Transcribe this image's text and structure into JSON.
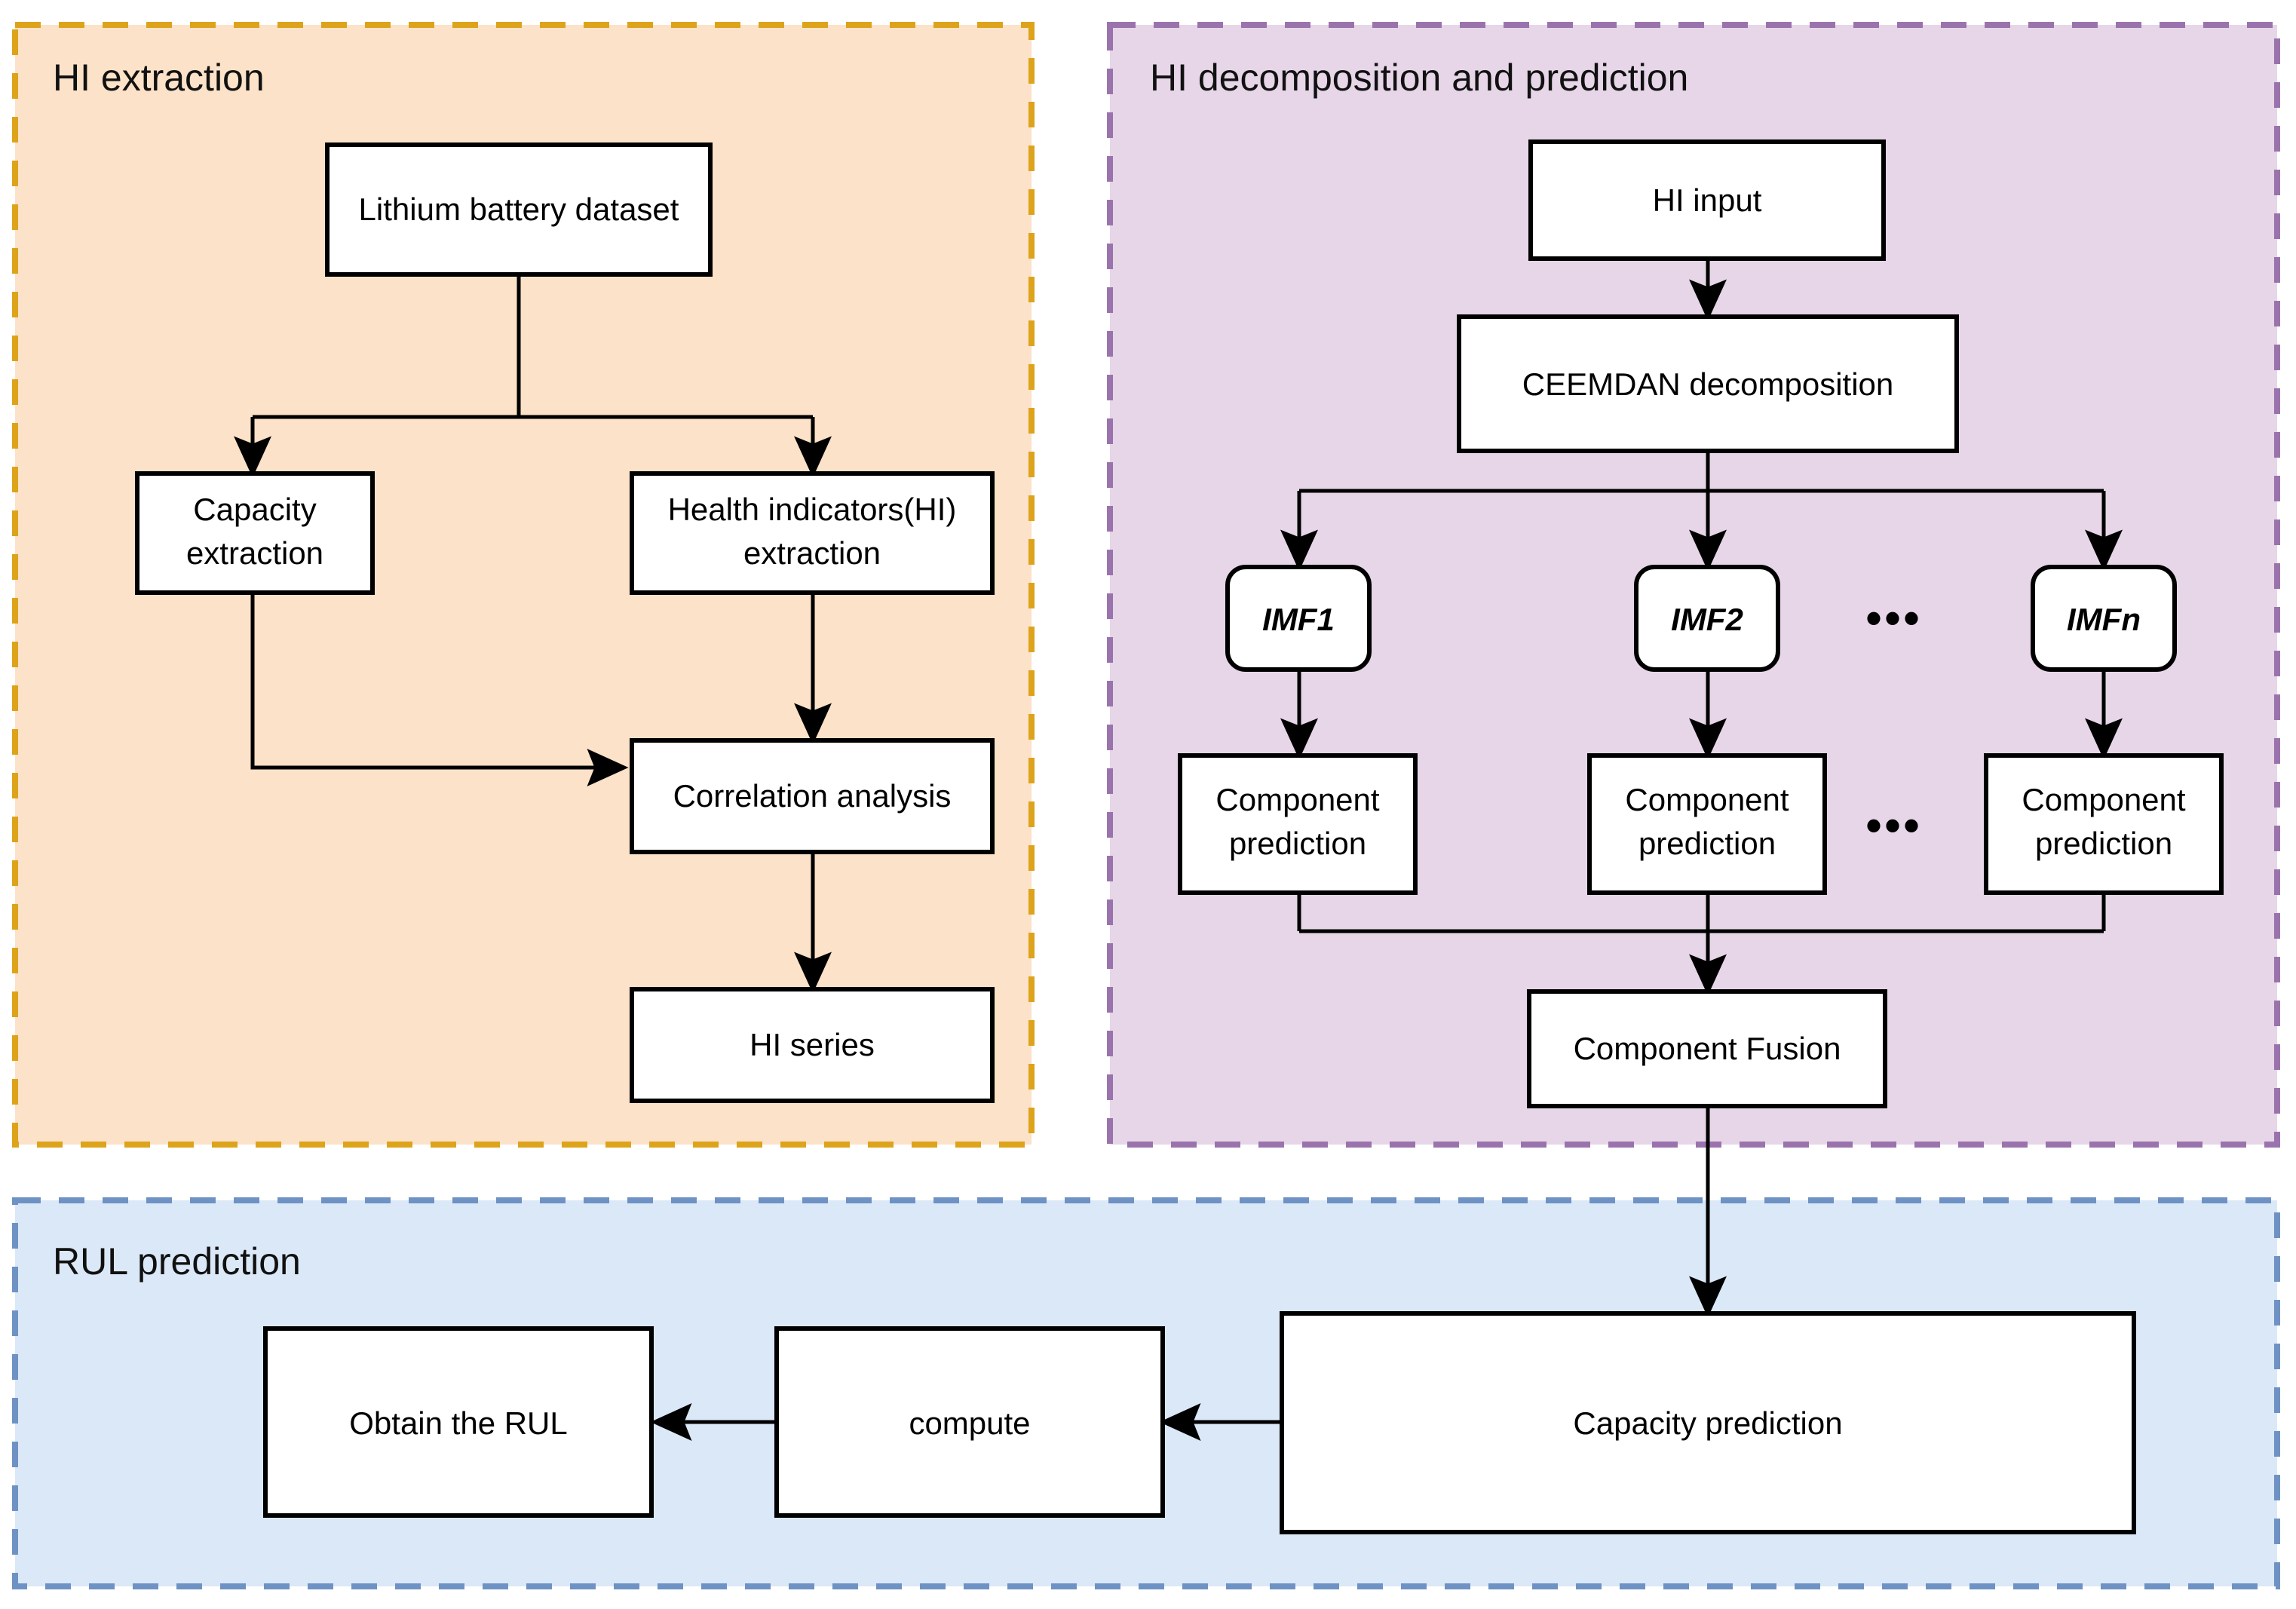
{
  "panels": [
    {
      "id": "hi-extraction",
      "title": "HI extraction",
      "fill": "#fbe2c8",
      "border": "#dda31b"
    },
    {
      "id": "hi-decomposition",
      "title": "HI decomposition and prediction",
      "fill": "#e6d6e8",
      "border": "#9a73ad"
    },
    {
      "id": "rul-prediction",
      "title": "RUL prediction",
      "fill": "#dbe8f8",
      "border": "#6f92c4"
    }
  ],
  "nodes": {
    "lithium_battery_dataset": "Lithium battery dataset",
    "capacity_extraction_line1": "Capacity",
    "capacity_extraction_line2": "extraction",
    "health_indicators_line1": "Health indicators(HI)",
    "health_indicators_line2": "extraction",
    "correlation_analysis": "Correlation analysis",
    "hi_series": "HI series",
    "hi_input": "HI input",
    "ceemdan_decomposition": "CEEMDAN decomposition",
    "imf1": "IMF1",
    "imf2": "IMF2",
    "imfn": "IMFn",
    "component_prediction_line1": "Component",
    "component_prediction_line2": "prediction",
    "component_fusion": "Component Fusion",
    "capacity_prediction": "Capacity prediction",
    "compute": "compute",
    "obtain_the_rul": "Obtain the RUL",
    "ellipsis_imf": "•••",
    "ellipsis_component": "•••"
  },
  "colors": {
    "orange_fill": "#fbe2c8",
    "orange_border": "#dda31b",
    "purple_fill": "#e6d6e8",
    "purple_border": "#9a73ad",
    "blue_fill": "#dbe8f8",
    "blue_border": "#6f92c4",
    "node_fill": "#ffffff",
    "node_stroke": "#000000",
    "connector": "#000000"
  }
}
